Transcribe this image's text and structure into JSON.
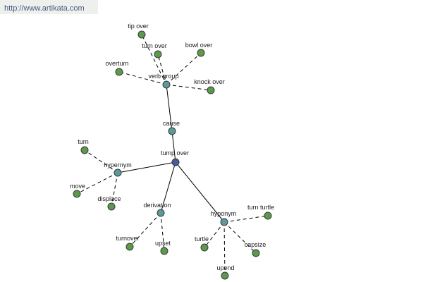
{
  "watermark": {
    "text": "http://www.artikata.com"
  },
  "colors": {
    "root": "#4a5a9a",
    "relation": "#5a9a9a",
    "leaf": "#5a9a4a"
  },
  "graph": {
    "nodes": [
      {
        "id": "root",
        "label": "tump over",
        "kind": "root"
      },
      {
        "id": "cause",
        "label": "cause",
        "kind": "relation"
      },
      {
        "id": "verbgroup",
        "label": "verb group",
        "kind": "relation"
      },
      {
        "id": "hypernym",
        "label": "hypernym",
        "kind": "relation"
      },
      {
        "id": "derivation",
        "label": "derivation",
        "kind": "relation"
      },
      {
        "id": "hyponym",
        "label": "hyponym",
        "kind": "relation"
      },
      {
        "id": "tipover",
        "label": "tip over",
        "kind": "leaf"
      },
      {
        "id": "turnover",
        "label": "turn over",
        "kind": "leaf"
      },
      {
        "id": "bowlover",
        "label": "bowl over",
        "kind": "leaf"
      },
      {
        "id": "overturn",
        "label": "overturn",
        "kind": "leaf"
      },
      {
        "id": "knockover",
        "label": "knock over",
        "kind": "leaf"
      },
      {
        "id": "turn",
        "label": "turn",
        "kind": "leaf"
      },
      {
        "id": "move",
        "label": "move",
        "kind": "leaf"
      },
      {
        "id": "displace",
        "label": "displace",
        "kind": "leaf"
      },
      {
        "id": "turnover2",
        "label": "turnover",
        "kind": "leaf"
      },
      {
        "id": "upset",
        "label": "upset",
        "kind": "leaf"
      },
      {
        "id": "turtle",
        "label": "turtle",
        "kind": "leaf"
      },
      {
        "id": "upend",
        "label": "upend",
        "kind": "leaf"
      },
      {
        "id": "capsize",
        "label": "capsize",
        "kind": "leaf"
      },
      {
        "id": "turnturtle",
        "label": "turn turtle",
        "kind": "leaf"
      }
    ],
    "edges": [
      {
        "from": "root",
        "to": "cause",
        "style": "solid"
      },
      {
        "from": "cause",
        "to": "verbgroup",
        "style": "solid"
      },
      {
        "from": "root",
        "to": "hypernym",
        "style": "solid"
      },
      {
        "from": "root",
        "to": "derivation",
        "style": "solid"
      },
      {
        "from": "root",
        "to": "hyponym",
        "style": "solid"
      },
      {
        "from": "verbgroup",
        "to": "tipover",
        "style": "dashed"
      },
      {
        "from": "verbgroup",
        "to": "turnover",
        "style": "dashed"
      },
      {
        "from": "verbgroup",
        "to": "bowlover",
        "style": "dashed"
      },
      {
        "from": "verbgroup",
        "to": "overturn",
        "style": "dashed"
      },
      {
        "from": "verbgroup",
        "to": "knockover",
        "style": "dashed"
      },
      {
        "from": "hypernym",
        "to": "turn",
        "style": "dashed"
      },
      {
        "from": "hypernym",
        "to": "move",
        "style": "dashed"
      },
      {
        "from": "hypernym",
        "to": "displace",
        "style": "dashed"
      },
      {
        "from": "derivation",
        "to": "turnover2",
        "style": "dashed"
      },
      {
        "from": "derivation",
        "to": "upset",
        "style": "dashed"
      },
      {
        "from": "hyponym",
        "to": "turtle",
        "style": "dashed"
      },
      {
        "from": "hyponym",
        "to": "upend",
        "style": "dashed"
      },
      {
        "from": "hyponym",
        "to": "capsize",
        "style": "dashed"
      },
      {
        "from": "hyponym",
        "to": "turnturtle",
        "style": "dashed"
      }
    ]
  }
}
